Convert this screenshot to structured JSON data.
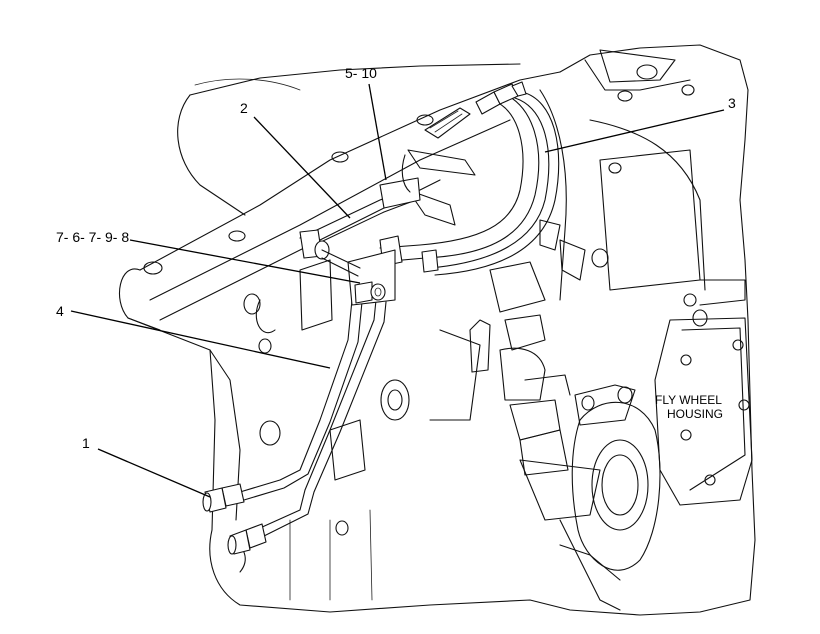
{
  "callouts": {
    "c1": "1",
    "c2": "2",
    "c3": "3",
    "c4": "4",
    "c5": "5- 10",
    "c7": "7- 6- 7- 9- 8"
  },
  "housing_label": {
    "line1": "FLY WHEEL",
    "line2": "HOUSING"
  }
}
